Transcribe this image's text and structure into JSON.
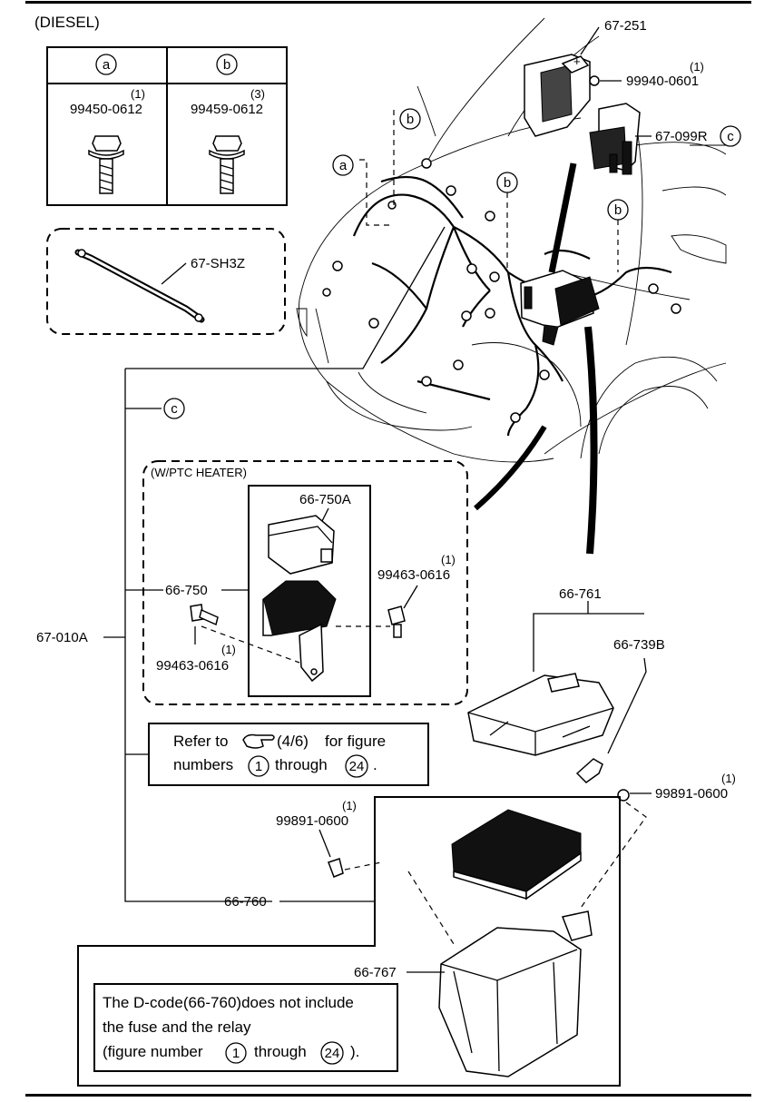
{
  "header": {
    "variant": "(DIESEL)"
  },
  "fastener_table": {
    "columns": [
      {
        "key": "a",
        "part_no": "99450-0612",
        "qty": "(1)"
      },
      {
        "key": "b",
        "part_no": "99459-0612",
        "qty": "(3)"
      }
    ]
  },
  "markers": {
    "a": "a",
    "b": "b",
    "c": "c"
  },
  "parts": {
    "p67_251": "67-251",
    "p99940_0601": "99940-0601",
    "p99940_0601_qty": "(1)",
    "p67_099r": "67-099R",
    "p67_sh3z": "67-SH3Z",
    "p67_010a": "67-010A",
    "ptc_title": "(W/PTC HEATER)",
    "p66_750a": "66-750A",
    "p66_750": "66-750",
    "p99463_0616_right": "99463-0616",
    "p99463_0616_right_qty": "(1)",
    "p99463_0616_left": "99463-0616",
    "p99463_0616_left_qty": "(1)",
    "p66_761": "66-761",
    "p66_739b": "66-739B",
    "p99891_0600_right": "99891-0600",
    "p99891_0600_right_qty": "(1)",
    "p99891_0600_left": "99891-0600",
    "p99891_0600_left_qty": "(1)",
    "p66_760": "66-760",
    "p66_767": "66-767"
  },
  "refer_note": {
    "line1_prefix": "Refer to",
    "ref": "(4/6)",
    "line1_suffix": "for figure",
    "line2_prefix": "numbers",
    "num_start": "1",
    "through": "through",
    "num_end": "24",
    "end": "."
  },
  "dcode_note": {
    "line1": "The D-code(66-760)does not include",
    "line2": "the fuse and the relay",
    "line3_prefix": "(figure number",
    "num_start": "1",
    "through": "through",
    "num_end": "24",
    "line3_suffix": ")."
  }
}
